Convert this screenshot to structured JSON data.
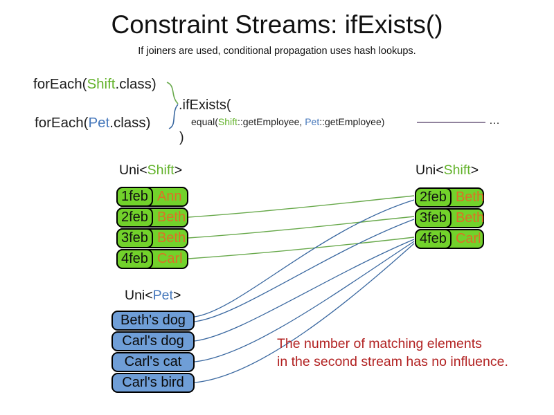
{
  "colors": {
    "green-fill": "#72d22b",
    "green-text": "#62b22a",
    "green-line": "#68a94b",
    "blue-fill": "#6f9ed7",
    "blue-text": "#4577bb",
    "blue-line": "#3a68a0",
    "orange-text": "#dc7126",
    "red-text": "#b22222",
    "purple-line": "#6d5a7d",
    "ink": "#1a1a1a"
  },
  "header": {
    "title": "Constraint Streams: ifExists()",
    "subtitle": "If joiners are used, conditional propagation uses hash lookups."
  },
  "code": {
    "foreach_shift": {
      "pre": "forEach(",
      "type": "Shift",
      "post": ".class)"
    },
    "foreach_pet": {
      "pre": "forEach(",
      "type": "Pet",
      "post": ".class)"
    },
    "if_exists": ".ifExists(",
    "equal": {
      "pre": "equal(",
      "shift_type": "Shift",
      "mid": "::getEmployee, ",
      "pet_type": "Pet",
      "post": "::getEmployee)"
    },
    "ellipsis": "…",
    "close_paren": ")"
  },
  "streams": {
    "shift_left": {
      "label": {
        "pre": "Uni<",
        "type": "Shift",
        "post": ">"
      },
      "rows": [
        {
          "date": "1feb",
          "name": "Ann"
        },
        {
          "date": "2feb",
          "name": "Beth"
        },
        {
          "date": "3feb",
          "name": "Beth"
        },
        {
          "date": "4feb",
          "name": "Carl"
        }
      ]
    },
    "shift_right": {
      "label": {
        "pre": "Uni<",
        "type": "Shift",
        "post": ">"
      },
      "rows": [
        {
          "date": "2feb",
          "name": "Beth"
        },
        {
          "date": "3feb",
          "name": "Beth"
        },
        {
          "date": "4feb",
          "name": "Carl"
        }
      ]
    },
    "pet": {
      "label": {
        "pre": "Uni<",
        "type": "Pet",
        "post": ">"
      },
      "rows": [
        "Beth's dog",
        "Carl's dog",
        "Carl's cat",
        "Carl's bird"
      ]
    }
  },
  "note": {
    "line1": "The number of matching elements",
    "line2": "in the second stream has no influence."
  },
  "connections": {
    "shift_to_shift": [
      "2feb→2feb",
      "3feb→3feb",
      "4feb→4feb"
    ],
    "pet_to_shift": [
      "Beth's dog→2feb Beth",
      "Beth's dog→3feb Beth",
      "Carl's dog→4feb Carl",
      "Carl's cat→4feb Carl",
      "Carl's bird→4feb Carl"
    ]
  }
}
